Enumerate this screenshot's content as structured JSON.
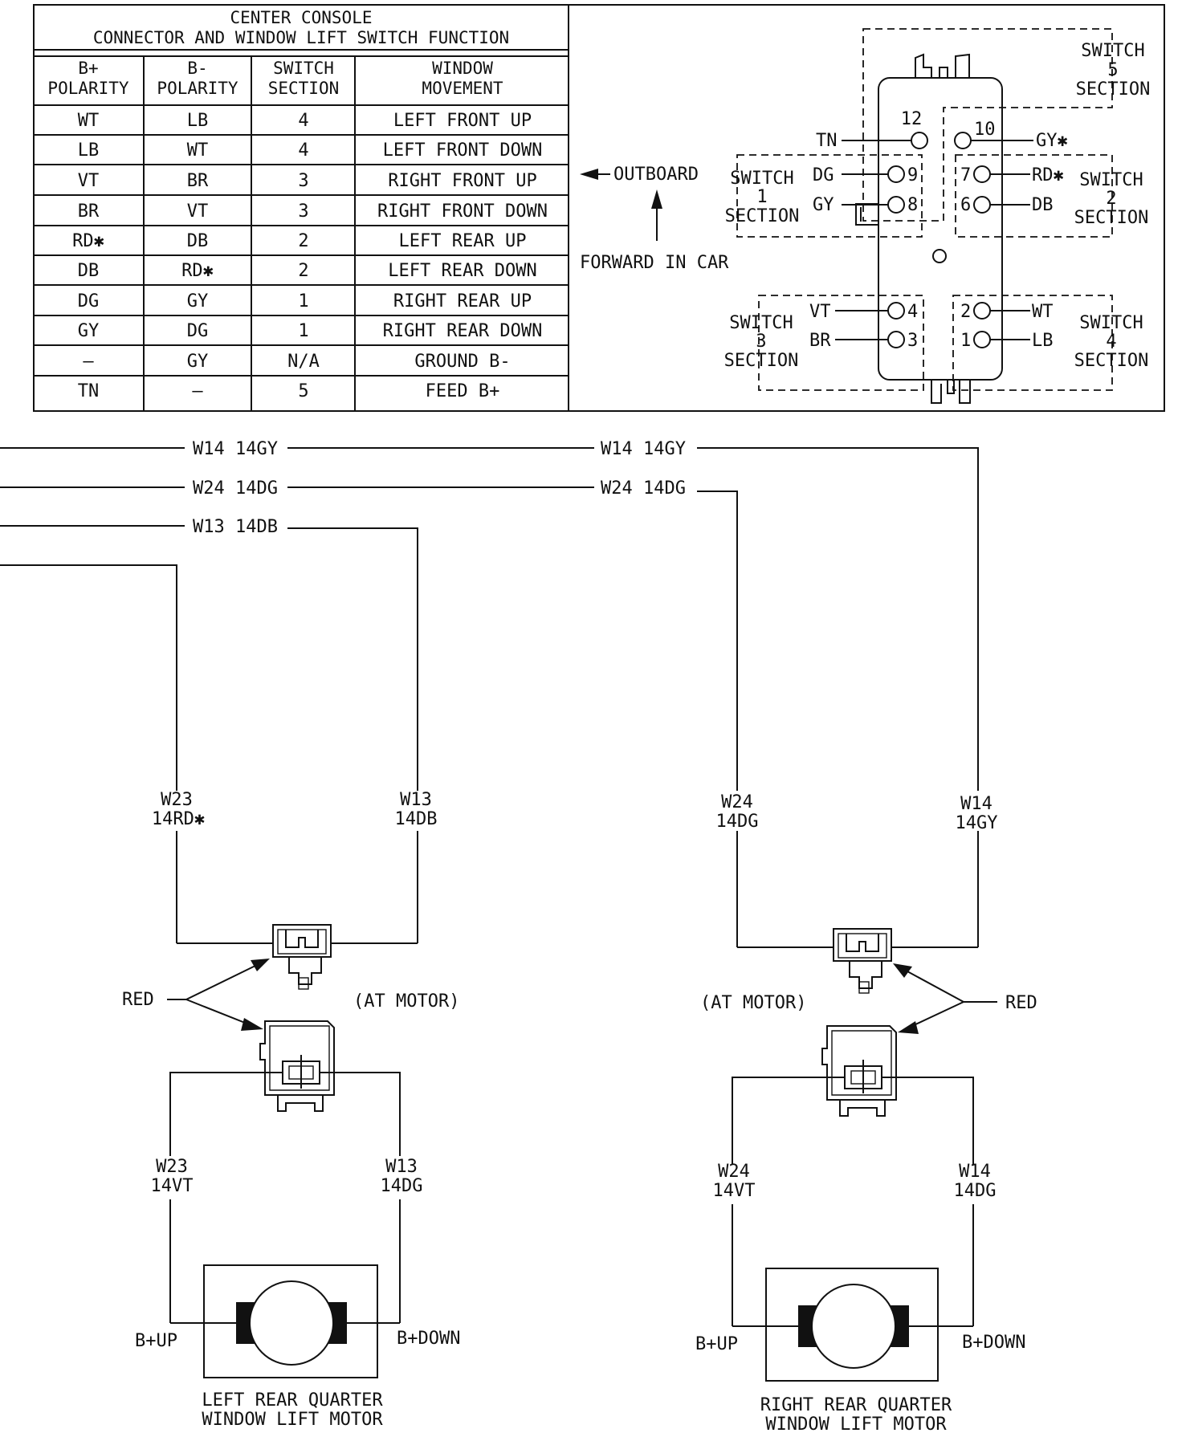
{
  "table": {
    "title_line1": "CENTER CONSOLE",
    "title_line2": "CONNECTOR AND WINDOW LIFT SWITCH FUNCTION",
    "headers": [
      {
        "line1": "B+",
        "line2": "POLARITY"
      },
      {
        "line1": "B-",
        "line2": "POLARITY"
      },
      {
        "line1": "SWITCH",
        "line2": "SECTION"
      },
      {
        "line1": "WINDOW",
        "line2": "MOVEMENT"
      }
    ],
    "rows": [
      [
        "WT",
        "LB",
        "4",
        "LEFT FRONT UP"
      ],
      [
        "LB",
        "WT",
        "4",
        "LEFT FRONT DOWN"
      ],
      [
        "VT",
        "BR",
        "3",
        "RIGHT FRONT UP"
      ],
      [
        "BR",
        "VT",
        "3",
        "RIGHT FRONT DOWN"
      ],
      [
        "RD✱",
        "DB",
        "2",
        "LEFT REAR UP"
      ],
      [
        "DB",
        "RD✱",
        "2",
        "LEFT REAR DOWN"
      ],
      [
        "DG",
        "GY",
        "1",
        "RIGHT REAR UP"
      ],
      [
        "GY",
        "DG",
        "1",
        "RIGHT REAR DOWN"
      ],
      [
        "—",
        "GY",
        "N/A",
        "GROUND B-"
      ],
      [
        "TN",
        "—",
        "5",
        "FEED B+"
      ]
    ]
  },
  "connector": {
    "outboard": "OUTBOARD",
    "forward": "FORWARD IN CAR",
    "switch_word": "SWITCH",
    "section_word": "SECTION",
    "sections": {
      "s1": "1",
      "s2": "2",
      "s3": "3",
      "s4": "4",
      "s5": "5"
    },
    "pins": {
      "p1": "1",
      "p2": "2",
      "p3": "3",
      "p4": "4",
      "p6": "6",
      "p7": "7",
      "p8": "8",
      "p9": "9",
      "p10": "10",
      "p12": "12"
    },
    "wires": {
      "p12": "TN",
      "p10": "GY✱",
      "p9": "DG",
      "p8": "GY",
      "p7": "RD✱",
      "p6": "DB",
      "p4": "VT",
      "p3": "BR",
      "p2": "WT",
      "p1": "LB"
    }
  },
  "harness": {
    "w14_top": "W14  14GY",
    "w24_top": "W24  14DG",
    "w13_top": "W13  14DB",
    "w14_top_right": "W14  14GY",
    "w24_top_right": "W24  14DG"
  },
  "left_motor": {
    "wire_a_code": "W23",
    "wire_a_color": "14RD✱",
    "wire_b_code": "W13",
    "wire_b_color": "14DB",
    "connector_color": "RED",
    "at_motor": "(AT MOTOR)",
    "lower_a_code": "W23",
    "lower_a_color": "14VT",
    "lower_b_code": "W13",
    "lower_b_color": "14DG",
    "up_label": "B+UP",
    "down_label": "B+DOWN",
    "name_line1": "LEFT REAR QUARTER",
    "name_line2": "WINDOW LIFT MOTOR"
  },
  "right_motor": {
    "wire_a_code": "W24",
    "wire_a_color": "14DG",
    "wire_b_code": "W14",
    "wire_b_color": "14GY",
    "connector_color": "RED",
    "at_motor": "(AT MOTOR)",
    "lower_a_code": "W24",
    "lower_a_color": "14VT",
    "lower_b_code": "W14",
    "lower_b_color": "14DG",
    "up_label": "B+UP",
    "down_label": "B+DOWN",
    "name_line1": "RIGHT REAR QUARTER",
    "name_line2": "WINDOW LIFT MOTOR"
  }
}
